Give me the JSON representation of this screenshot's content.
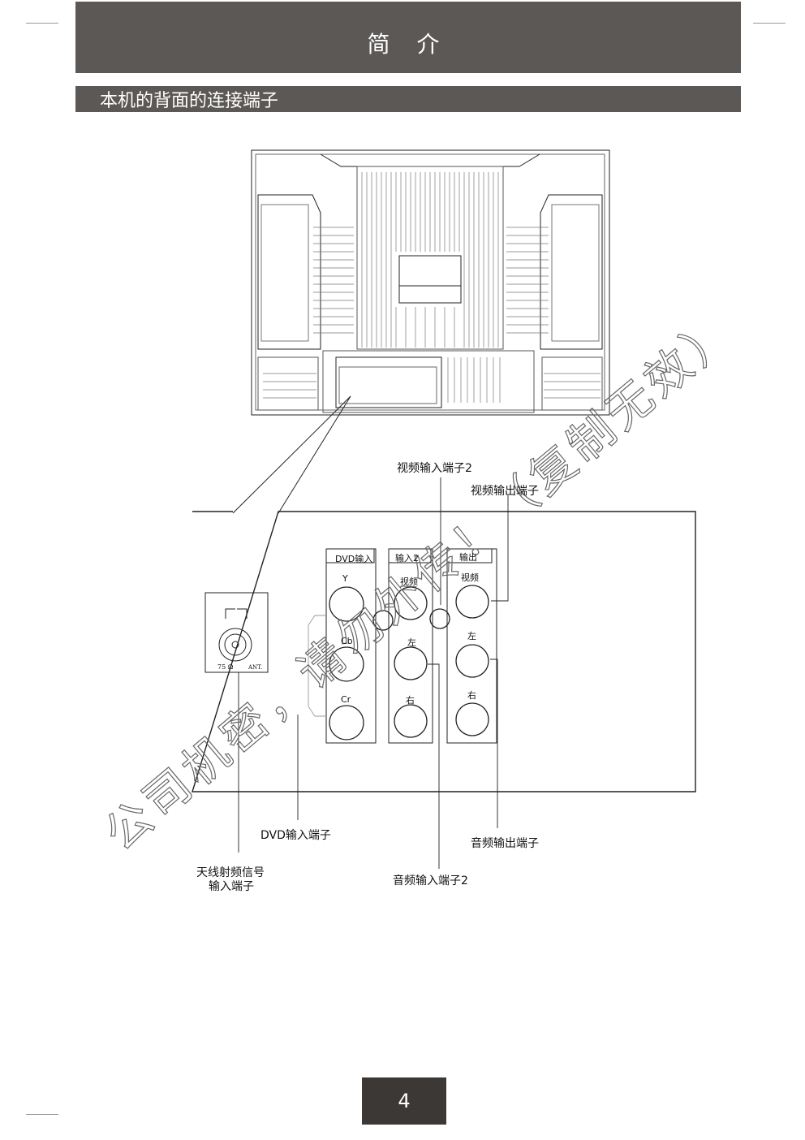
{
  "header": {
    "title": "简 介"
  },
  "section": {
    "title": "本机的背面的连接端子"
  },
  "panel": {
    "antenna": {
      "ohm": "75 Ω",
      "ant": "ANT."
    },
    "groups": [
      {
        "title": "DVD输入",
        "ports": [
          "Y",
          "Cb",
          "Cr"
        ]
      },
      {
        "title": "输入2",
        "ports": [
          "视频",
          "左",
          "右"
        ]
      },
      {
        "title": "输出",
        "ports": [
          "视频",
          "左",
          "右"
        ]
      }
    ]
  },
  "callouts": {
    "video_in_2": "视频输入端子2",
    "video_out": "视频输出端子",
    "dvd_in": "DVD输入端子",
    "audio_out": "音频输出端子",
    "audio_in_2": "音频输入端子2",
    "antenna_line1": "天线射频信号",
    "antenna_line2": "输入端子"
  },
  "watermark": "公司机密，请勿外传！（复制无效）",
  "page": {
    "number": "4"
  }
}
